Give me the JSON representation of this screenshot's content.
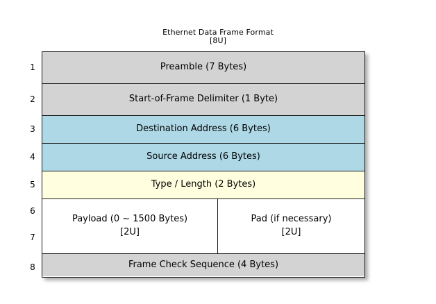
{
  "title": {
    "main": "Ethernet Data Frame Format",
    "sub": "[8U]"
  },
  "colors": {
    "header_gray": "#d3d3d3",
    "address_blue": "#aed8e6",
    "type_yellow": "#ffffe0",
    "payload_white": "#ffffff",
    "border": "#1a1a1a",
    "text": "#000000"
  },
  "row_numbers": [
    "1",
    "2",
    "3",
    "4",
    "5",
    "6",
    "7",
    "8"
  ],
  "rows": [
    {
      "number": "1",
      "label": "Preamble (7 Bytes)",
      "fill": "#d3d3d3"
    },
    {
      "number": "2",
      "label": "Start-of-Frame Delimiter (1 Byte)",
      "fill": "#d3d3d3"
    },
    {
      "number": "3",
      "label": "Destination Address (6 Bytes)",
      "fill": "#aed8e6"
    },
    {
      "number": "4",
      "label": "Source Address (6 Bytes)",
      "fill": "#aed8e6"
    },
    {
      "number": "5",
      "label": "Type / Length (2 Bytes)",
      "fill": "#ffffe0"
    },
    {
      "number": "6-7",
      "fill": "#ffffff",
      "split": true,
      "left_label": "Payload (0 ~ 1500 Bytes)",
      "left_note": "[2U]",
      "right_label": "Pad (if necessary)",
      "right_note": "[2U]"
    },
    {
      "number": "8",
      "label": "Frame Check Sequence (4 Bytes)",
      "fill": "#d3d3d3"
    }
  ]
}
